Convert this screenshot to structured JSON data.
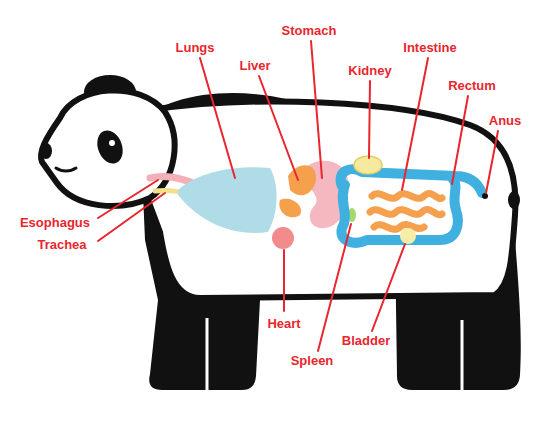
{
  "diagram": {
    "labels": [
      "Stomach",
      "Lungs",
      "Intestine",
      "Liver",
      "Kidney",
      "Rectum",
      "Anus",
      "Esophagus",
      "Trachea",
      "Heart",
      "Bladder",
      "Spleen"
    ]
  }
}
